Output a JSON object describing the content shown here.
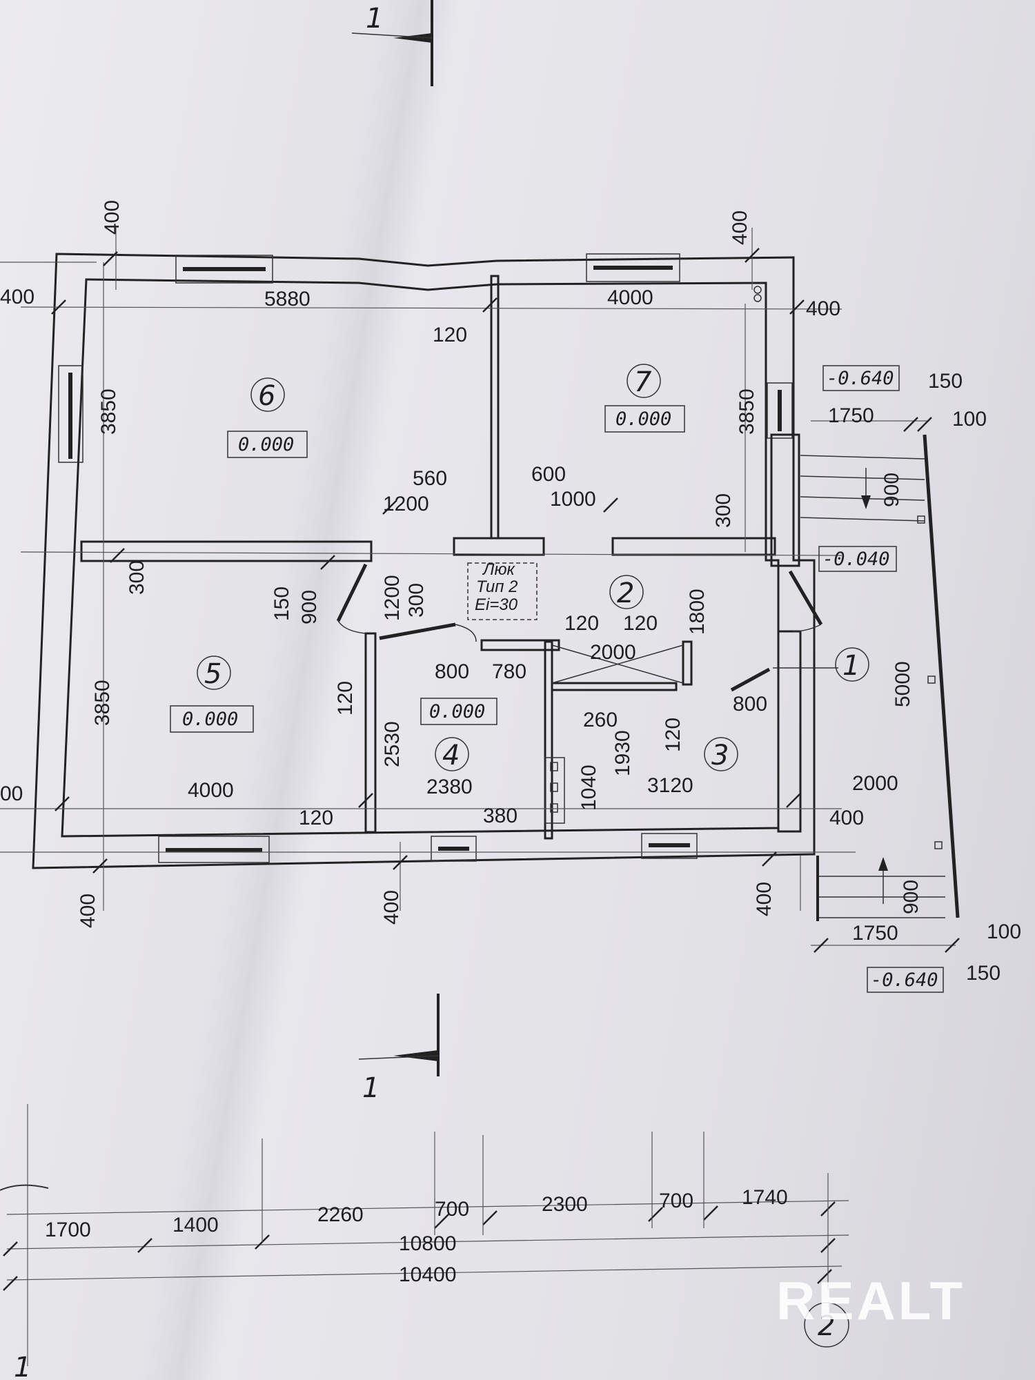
{
  "section_mark": "1",
  "axis_marks": [
    "1",
    "2"
  ],
  "watermark": "REALT",
  "rooms": [
    {
      "no": "1"
    },
    {
      "no": "2"
    },
    {
      "no": "3"
    },
    {
      "no": "4",
      "level": "0.000"
    },
    {
      "no": "5",
      "level": "0.000"
    },
    {
      "no": "6",
      "level": "0.000"
    },
    {
      "no": "7",
      "level": "0.000"
    }
  ],
  "levels": {
    "porch_top": "-0.640",
    "porch_mid": "-0.040",
    "porch_bottom": "-0.640"
  },
  "hatch": [
    "Люк",
    "Тип 2",
    "Ei=30"
  ],
  "dims": {
    "top_wall_left": "400",
    "top_wall_right": "400",
    "left_wall_top": "400",
    "right_wall_top": "400",
    "room6_width": "5880",
    "room7_width": "4000",
    "partition_120": "120",
    "room6_height": "3850",
    "room7_height": "3850",
    "d560": "560",
    "d600": "600",
    "d1200": "1200",
    "d1000": "1000",
    "d300_right": "300",
    "room5_top_300": "300",
    "d150": "150",
    "d900": "900",
    "d1200_v": "1200",
    "d300_v": "300",
    "room2_h": "1800",
    "d120a": "120",
    "d120b": "120",
    "d2000": "2000",
    "d800": "800",
    "d780": "780",
    "d800_r": "800",
    "room5_height": "3850",
    "room5_width": "4000",
    "d120_v": "120",
    "d2530": "2530",
    "d2380": "2380",
    "d120_bottom": "120",
    "d260": "260",
    "d120_v2": "120",
    "d1930": "1930",
    "d1040": "1040",
    "d380": "380",
    "d3120": "3120",
    "porch_150_top": "150",
    "porch_1750_top": "1750",
    "porch_100_top": "100",
    "porch_900_top": "900",
    "porch_5000": "5000",
    "porch_2000": "2000",
    "porch_400": "400",
    "porch_900_bottom": "900",
    "porch_1750_bottom": "1750",
    "porch_100_bottom": "100",
    "porch_150_bottom": "150",
    "bottom_left_400": "400",
    "bottom_mid_400": "400",
    "bottom_right_400": "400",
    "left_edge_400": "400",
    "left_edge_00": "00",
    "chain": [
      "1700",
      "1400",
      "2260",
      "700",
      "2300",
      "700",
      "1740"
    ],
    "total_10800": "10800",
    "total_10400": "10400"
  }
}
